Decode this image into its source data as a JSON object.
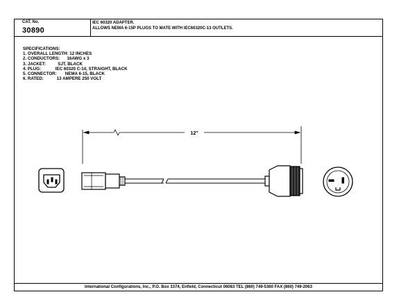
{
  "header": {
    "cat_label": "CAT. No.",
    "cat_number": "30890",
    "description_line1": "IEC 60320 ADAPTER.",
    "description_line2": "ALLOWS NEMA 6-15P PLUGS TO MATE WITH IEC60320C-13 OUTLETS."
  },
  "specifications": {
    "title": "SPECIFICATIONS:",
    "items": [
      "1. OVERALL LENGTH: 12 INCHES",
      "2. CONDUCTORS:      16AWG x 3",
      "3. JACKET:          SJT, BLACK",
      "4. PLUG:            IEC 60320 C-14, STRAIGHT, BLACK",
      "5. CONNECTOR:       NEMA 6-15, BLACK",
      "6. RATED:           13 AMPERE 250 VOLT"
    ]
  },
  "drawing": {
    "length_label": "12\""
  },
  "footer": {
    "text": "International Configurations, Inc., P.O. Box 3374, Enfield, Connecticut 06083 TEL (860) 749-5360  FAX (860) 749-2063"
  }
}
